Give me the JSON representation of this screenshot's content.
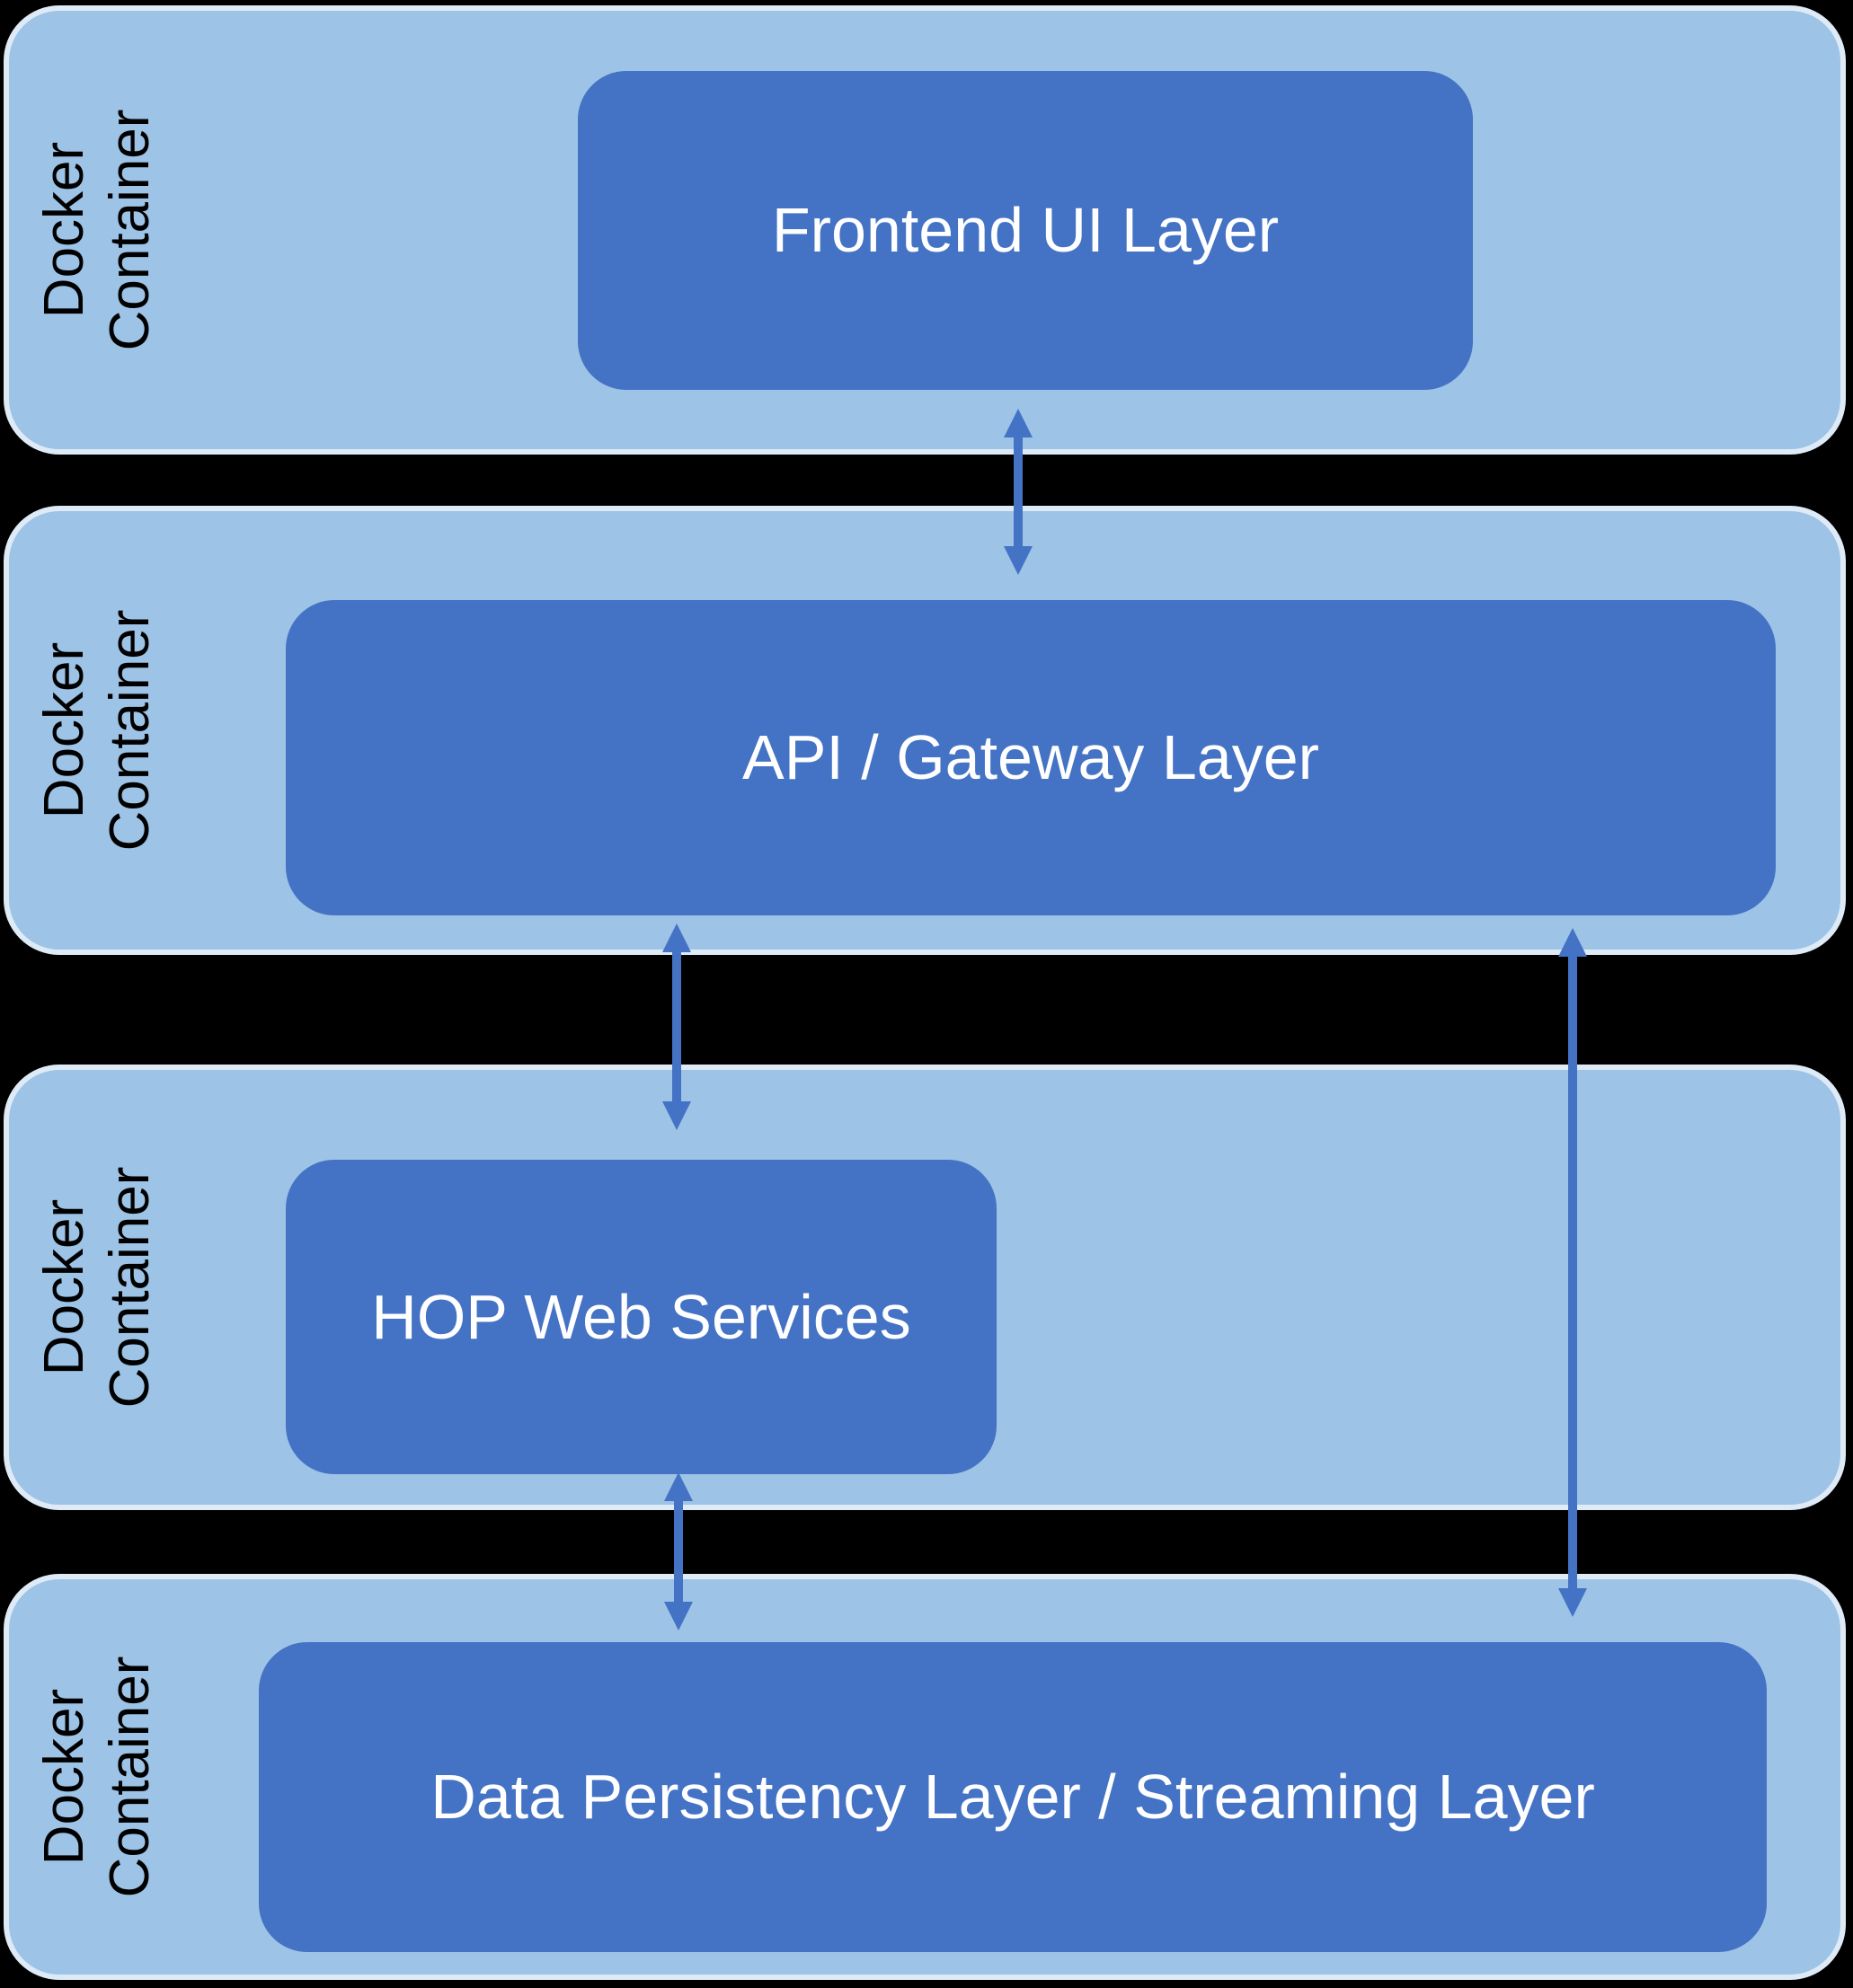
{
  "colors": {
    "background": "#000000",
    "container_fill": "#9DC3E6",
    "container_border": "#DEEBF7",
    "box_fill": "#4472C4",
    "box_text": "#FFFFFF",
    "side_text": "#000000",
    "arrow": "#4472C4"
  },
  "containers": [
    {
      "side_label": "Docker Container",
      "box_label": "Frontend UI Layer"
    },
    {
      "side_label": "Docker Container",
      "box_label": "API / Gateway Layer"
    },
    {
      "side_label": "Docker Container",
      "box_label": "HOP Web Services"
    },
    {
      "side_label": "Docker Container",
      "box_label": "Data Persistency Layer / Streaming Layer"
    }
  ],
  "connections": [
    {
      "from": "Frontend UI Layer",
      "to": "API / Gateway Layer",
      "type": "bidirectional-arrow"
    },
    {
      "from": "API / Gateway Layer",
      "to": "HOP Web Services",
      "type": "bidirectional-arrow"
    },
    {
      "from": "HOP Web Services",
      "to": "Data Persistency Layer / Streaming Layer",
      "type": "bidirectional-arrow"
    },
    {
      "from": "API / Gateway Layer",
      "to": "Data Persistency Layer / Streaming Layer",
      "type": "bidirectional-arrow"
    }
  ]
}
